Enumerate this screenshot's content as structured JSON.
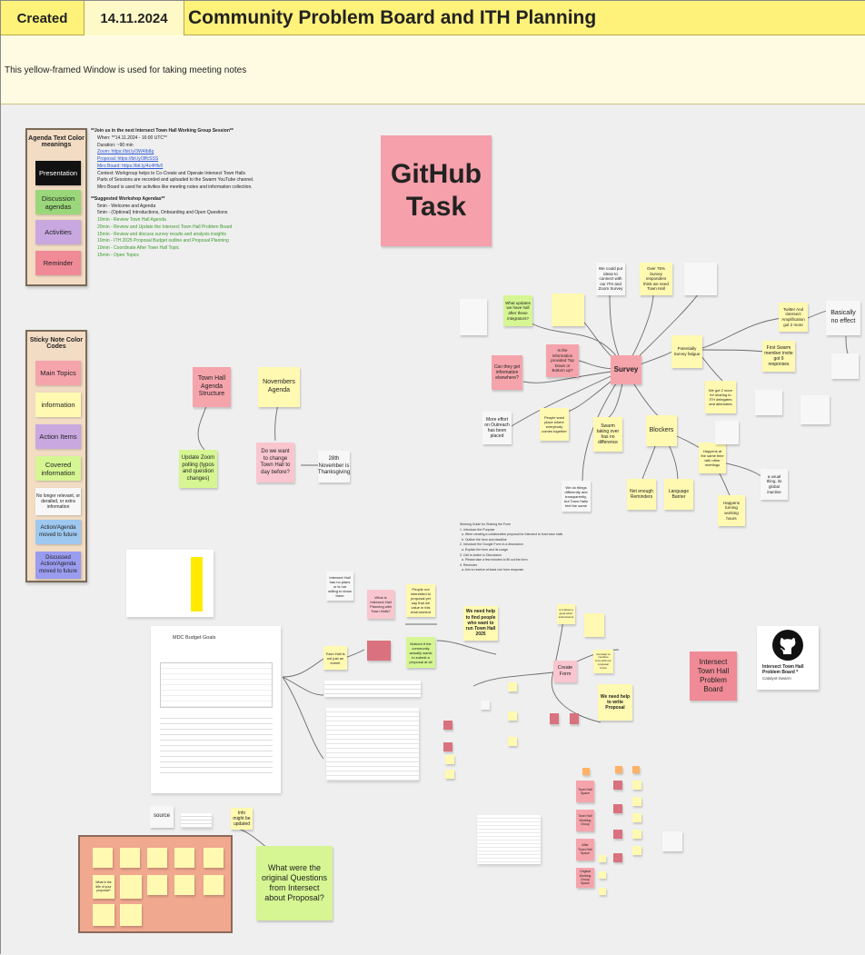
{
  "header": {
    "created_label": "Created",
    "date": "14.11.2024",
    "title": "Community Problem Board and ITH Planning"
  },
  "notes_text": "This yellow-framed Window is used for taking meeting notes",
  "legend_agenda": {
    "title": "Agenda Text Color meanings",
    "items": [
      "Presentation",
      "Discussion agendas",
      "Activities",
      "Reminder"
    ]
  },
  "legend_sticky": {
    "title": "Sticky Note Color Codes",
    "items": [
      "Main Topics",
      "information",
      "Action Items",
      "Covered information",
      "No longer relevant, or derailed, or extra information",
      "Action/Agenda moved to future",
      "Discussed Action/Agenda moved to future"
    ]
  },
  "agenda": {
    "heading": "**Join us in the next Intersect Town Hall Working Group Session**",
    "lines": [
      "When: **14.11.2024 - 16:00 UTC**",
      "Duration: ~90 min",
      "Zoom: https://bit.ly/3W4Ib8q",
      "Proposal: https://bit.ly/3ffcSSS",
      "Miro Board: https://bit.ly/4c4Hfv0",
      "Context: Workgroup helps to Co-Create and Operate Intersect Town Halls",
      "Parts of Sessions are recorded and uploaded to the Swarm YouTube channel.",
      "Miro Board is used for activities like meeting notes and information collection."
    ],
    "sugg_heading": "**Suggested Workshop Agendas**",
    "sugg": [
      "5min - Welcome and Agenda",
      "5min - (Optional) Introductions, Onboarding and Open Questions",
      "10min - Review Town Hall Agenda",
      "20min - Review and Update the Intersect Town Hall Problem Board",
      "15min - Review and discuss survey results and analysis insights",
      "10min - ITH 2025 Proposal Budget outline and Proposal Planning",
      "10min - Coordinate After Town Hall Topic",
      "15min - Open Topics"
    ]
  },
  "github_task": "GitHub Task",
  "flow_left": {
    "town_hall_agenda": "Town Hall Agenda Structure",
    "novembers_agenda": "Novembers Agenda",
    "update_zoom": "Update Zoom polling (typos and question changes)",
    "change_day": "Do we want to change Town Hall to day before?",
    "thanksgiving": "28th November is Thanksgiving"
  },
  "survey": {
    "center": "Survey",
    "we_could": "We could put ideas to connect with our ITH and Zoom Survey",
    "over_75": "Over 75% Survey responders think we need Town Hall",
    "what_updates": "What updates we have hall after these integrators?",
    "is_info": "Is the information provided Top Down or Bottom up?",
    "can_they": "Can they get information elsewhere?",
    "more_effort": "More effort on Outreach has been placed",
    "people_want": "People want place where everybody comes together",
    "swarm_taking": "Swarm taking over has no difference",
    "blockers": "Blockers",
    "not_enough": "Not enough Reminders",
    "language": "Language Barrier",
    "happens_same": "Happens at the same time with other meetings",
    "happens_turning": "Happens turning working hours",
    "usual_thing": "a usual thing, its global inactive",
    "potentially": "Potentially Survey fatigue",
    "we_got_more": "We got 2 more for sharing to ITH delegates and alternates",
    "twitter": "Twitter And Intersect Amplification got 2 more",
    "first_swarm": "First Swarm member invite got 9 responses",
    "basically": "Basically no effect",
    "we_do_things": "We do things differently and transparently, but Town Halls feel the same"
  },
  "mid": {
    "intersect_hall": "Intersect Hall has no plans or is not willing to show them",
    "what_is": "What is Intersect Hall Planning with Town Halls?",
    "people_not": "People not interested to proposal yet say that we value in this environment",
    "we_need_find": "We need help to find people who want to run Town Hall 2025",
    "town_hall_not": "Town Hall is not just an event!",
    "noticed": "Noticed if the community actually wants to submit a proposal at all",
    "create_form": "Create Form",
    "we_need_write": "We need help to write Proposal",
    "is_it_about": "is it about a good when submissions",
    "consider": "Consider to combine form with our proposal forms"
  },
  "github_card": {
    "title": "Intersect Town Hall Problem Board *",
    "sub": "Catalyst-Swarm"
  },
  "ith_board": "Intersect Town Hall Problem Board",
  "budget_doc_title": "MDC Budget Goals",
  "bottom": {
    "source": "source",
    "info_updated": "Info might be updated",
    "what_were": "What were the original Questions from Intersect about Proposal?",
    "what_title": "What is the title of your proposal?",
    "town_hall_space": "Town Hall Space",
    "town_hall_wg": "Town Hall Working Group",
    "after_town_hall": "After Town Hall Space",
    "original": "Original Working Group Space"
  }
}
